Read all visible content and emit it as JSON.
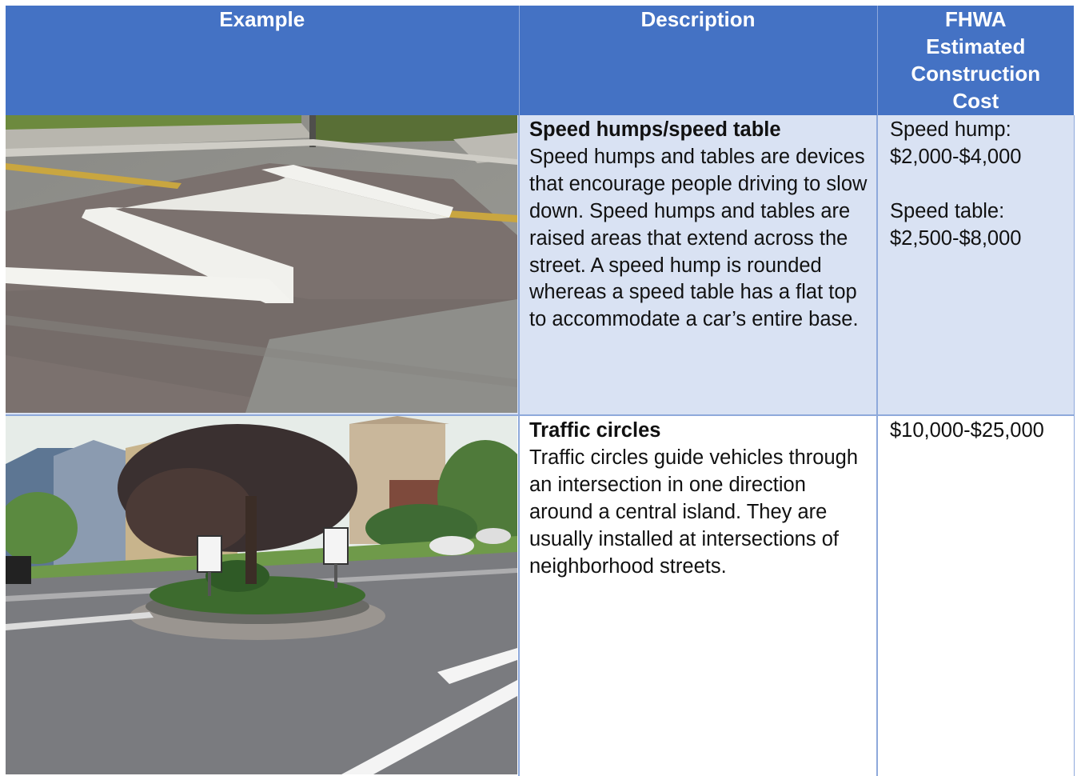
{
  "header": {
    "example": "Example",
    "description": "Description",
    "cost": "FHWA Estimated Construction Cost"
  },
  "rows": [
    {
      "title": "Speed humps/speed table",
      "description": "Speed humps and tables are devices that encourage people driving to slow down. Speed humps and tables are raised areas that extend across the street. A speed hump is rounded whereas a speed table has a flat top to accommodate a car’s entire base.",
      "cost_lines": [
        "Speed hump: $2,000-$4,000",
        "Speed table: $2,500-$8,000"
      ]
    },
    {
      "title": "Traffic circles",
      "description": "Traffic circles guide vehicles through an intersection in one direction around a central island. They are usually installed at intersections of neighborhood streets.",
      "cost_lines": [
        "$10,000-$25,000"
      ]
    }
  ],
  "colors": {
    "header_bg": "#4472c4",
    "row1_bg": "#d9e2f3",
    "border": "#8ea9db"
  }
}
